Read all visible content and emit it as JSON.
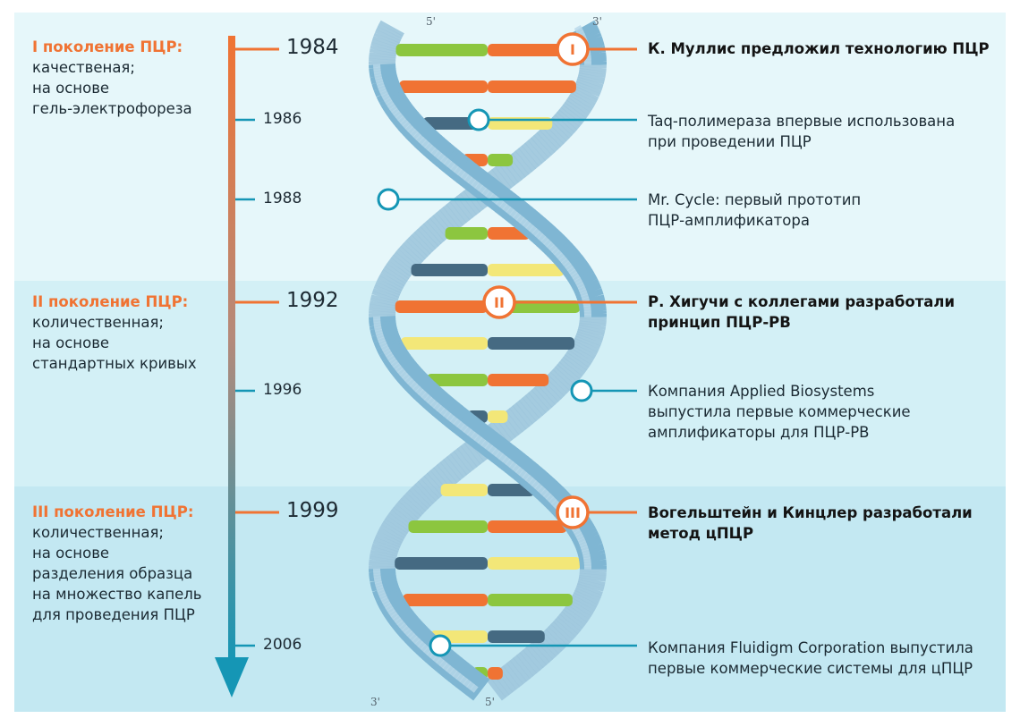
{
  "generations": [
    {
      "title": "I поколение ПЦР:",
      "lines": [
        "качественая;",
        "на основе",
        "гель-электрофореза"
      ]
    },
    {
      "title": "II поколение ПЦР:",
      "lines": [
        "количественная;",
        "на основе",
        "стандартных кривых"
      ]
    },
    {
      "title": "III поколение ПЦР:",
      "lines": [
        "количественная;",
        "на основе",
        "разделения образца",
        "на множество капель",
        "для проведения ПЦР"
      ]
    }
  ],
  "years": [
    "1984",
    "1986",
    "1988",
    "1992",
    "1996",
    "1999",
    "2006"
  ],
  "events": [
    [
      "К. Муллис предложил технологию ПЦР"
    ],
    [
      "Taq-полимераза впервые использована",
      "при проведении ПЦР"
    ],
    [
      "Mr. Cycle: первый прототип",
      "ПЦР-амплификатора"
    ],
    [
      "Р. Хигучи с коллегами разработали",
      "принцип ПЦР-РВ"
    ],
    [
      "Компания Applied Biosystems",
      "выпустила первые коммерческие",
      "амплификаторы для ПЦР-РВ"
    ],
    [
      "Вогельштейн и Кинцлер разработали",
      "метод цПЦР"
    ],
    [
      "Компания Fluidigm Corporation выпустила",
      "первые коммерческие системы для цПЦР"
    ]
  ],
  "generation_markers": [
    "I",
    "II",
    "III"
  ],
  "strand_labels": {
    "top_left": "5'",
    "top_right": "3'",
    "bottom_left": "3'",
    "bottom_right": "5'"
  },
  "colors": {
    "orange": "#f07333",
    "blue": "#1596b5",
    "helix": "#7fb6d3",
    "green": "#8cc63f",
    "yellow": "#f3e778",
    "slate": "#456a82"
  }
}
